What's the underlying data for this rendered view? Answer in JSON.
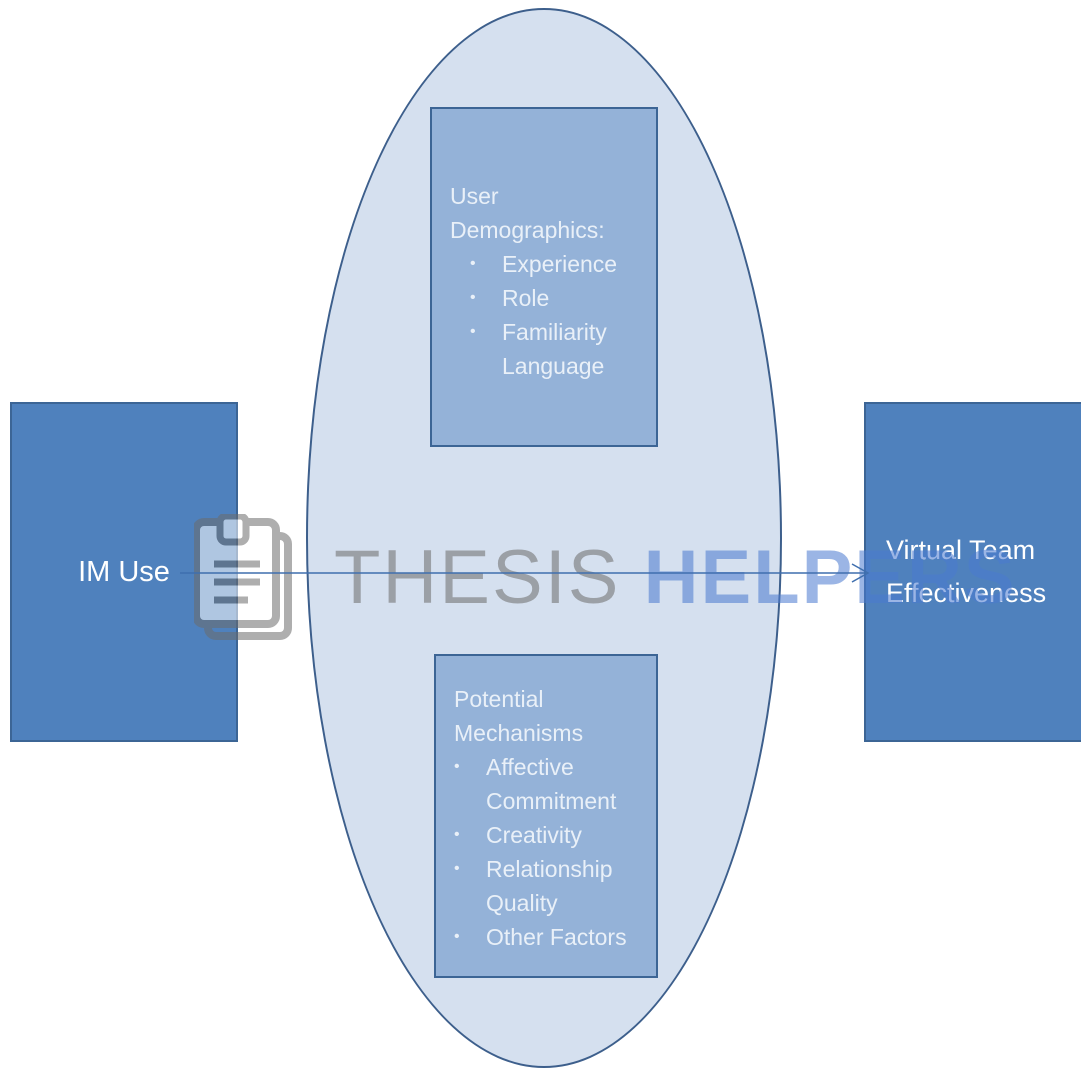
{
  "nodes": {
    "im_use": "IM Use",
    "virtual_team": [
      "Virtual Team",
      "Effectiveness"
    ],
    "demographics": {
      "heading": [
        "User",
        "Demographics:"
      ],
      "items": [
        "Experience",
        "Role",
        "Familiarity"
      ],
      "continuation": "Language"
    },
    "mechanisms": {
      "heading": [
        "Potential",
        "Mechanisms"
      ],
      "items": [
        [
          "Affective",
          "Commitment"
        ],
        [
          "Creativity"
        ],
        [
          "Relationship",
          "Quality"
        ],
        [
          "Other Factors"
        ]
      ]
    }
  },
  "watermark": {
    "part1": "THESIS ",
    "part2": "HELPERS",
    "icon": "clipboard-icon"
  },
  "colors": {
    "outer_box": "#4f81bd",
    "inner_box": "#94b2d8",
    "ellipse": "#d5e0ef",
    "arrow": "#3f6fae"
  }
}
